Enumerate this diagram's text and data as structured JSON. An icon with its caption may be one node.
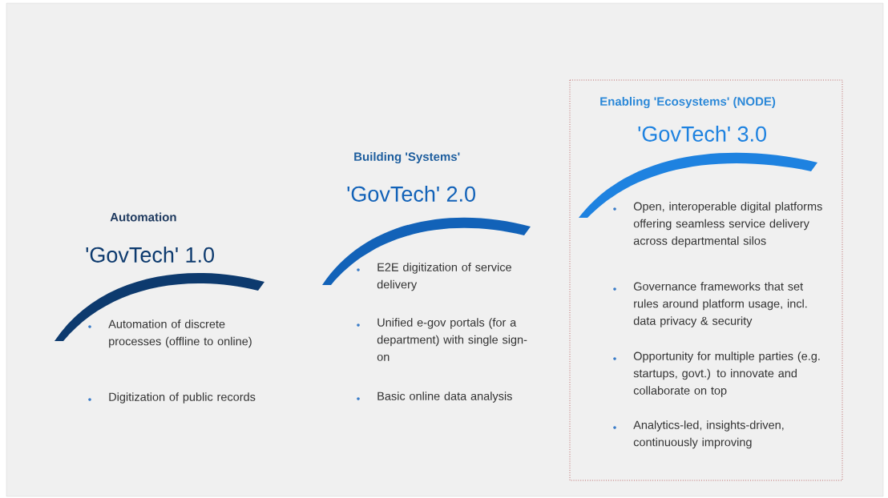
{
  "diagram": {
    "nodes": [
      {
        "text": [
          "Enabling 'Ecosystems' (NODE)",
          "'GovTech' 3.0",
          "Open, interoperable digital platforms offering seamless service delivery across departmental silos",
          "Governance frameworks that set rules around platform usage, incl. data privacy & security",
          "Opportunity for multiple parties (e.g. startups, govt.) to innovate and collaborate on top",
          "Analytics-led, insights-driven, continuously improving"
        ]
      }
    ],
    "labels": [
      "Automation",
      "'GovTech' 1.0",
      "Automation of discrete processes (offline to online)",
      "Digitization of public records",
      "Building 'Systems'",
      "'GovTech' 2.0",
      "E2E digitization of service delivery",
      "Unified e-gov portals (for a department) with single sign-on",
      "Basic online data analysis"
    ]
  }
}
